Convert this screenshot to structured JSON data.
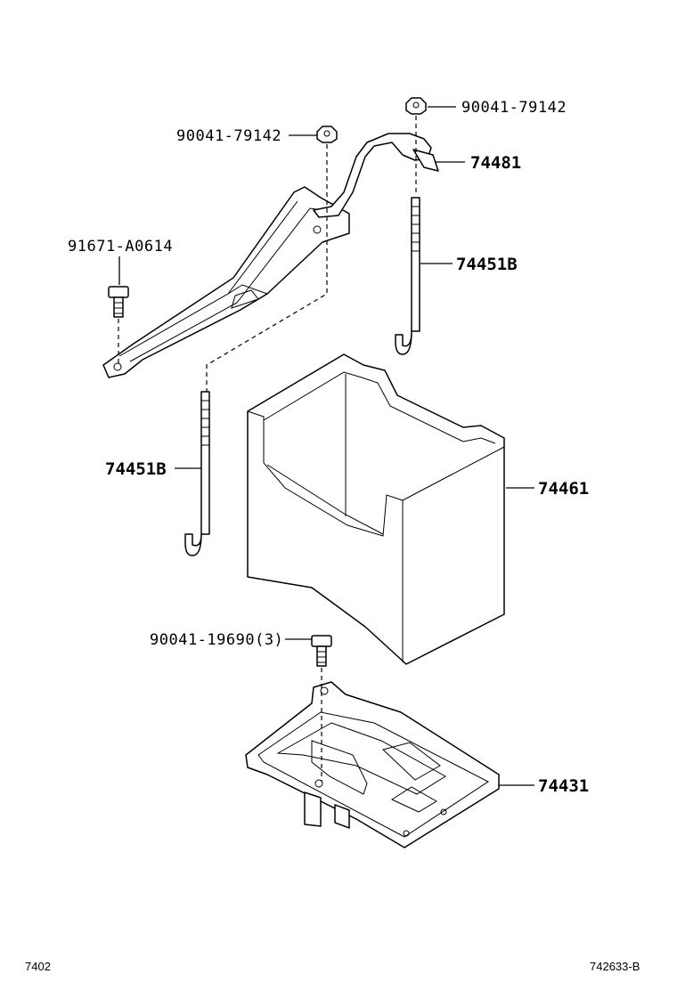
{
  "callouts": {
    "nut_top_right": "90041-79142",
    "nut_top_left": "90041-79142",
    "clamp": "74481",
    "bolt_left": "91671-A0614",
    "rod_right": "74451B",
    "rod_left": "74451B",
    "box": "74461",
    "bolt_tray": "90041-19690(3)",
    "tray": "74431"
  },
  "footer": {
    "page_code": "7402",
    "figure_code": "742633-B"
  }
}
